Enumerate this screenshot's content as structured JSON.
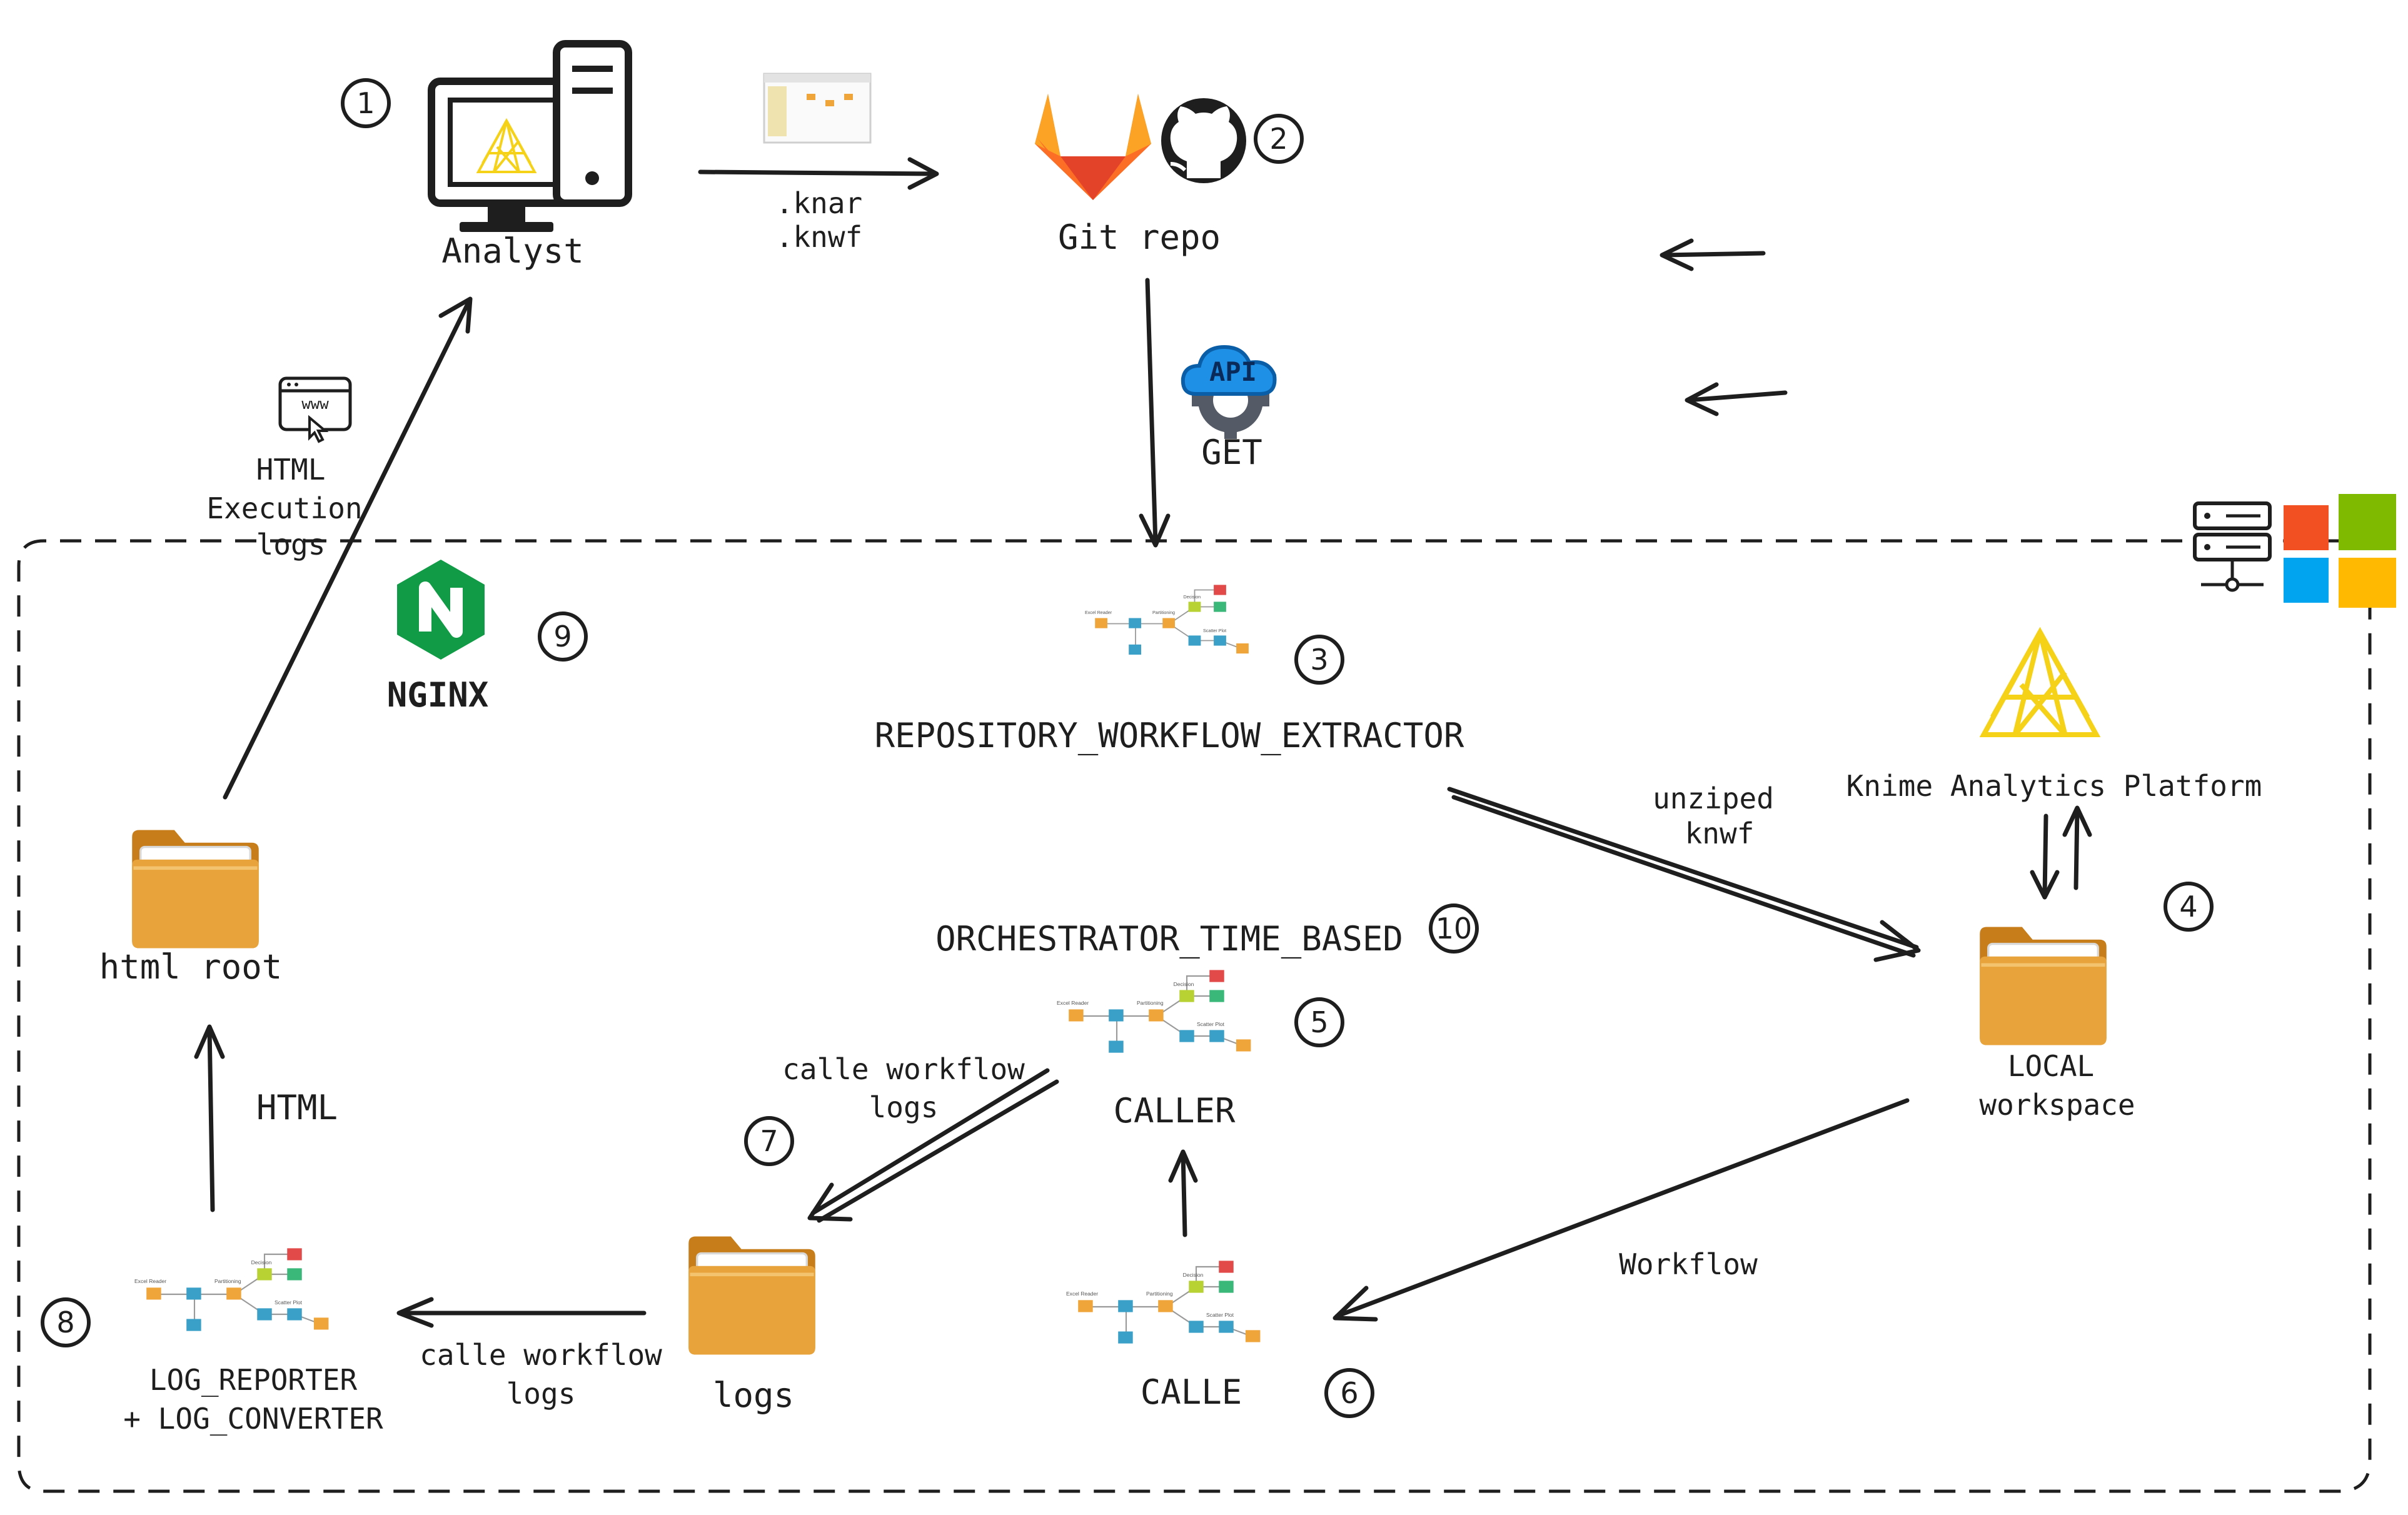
{
  "nodes": {
    "analyst": "Analyst",
    "git_repo": "Git repo",
    "get": "GET",
    "api": "API",
    "html_execution_logs": [
      "HTML",
      "Execution",
      "logs"
    ],
    "www": "www",
    "nginx": "NGINX",
    "repository_workflow_extractor": "REPOSITORY_WORKFLOW_EXTRACTOR",
    "knime_analytics_platform": "Knime Analytics Platform",
    "local_workspace": [
      "LOCAL",
      "workspace"
    ],
    "html_root": "html root",
    "orchestrator": "ORCHESTRATOR_TIME_BASED",
    "caller": "CALLER",
    "calle": "CALLE",
    "logs": "logs",
    "log_reporter": [
      "LOG_REPORTER",
      "+ LOG_CONVERTER"
    ]
  },
  "edges": {
    "knar_knwf": [
      ".knar",
      ".knwf"
    ],
    "unziped_knwf": [
      "unziped",
      "knwf"
    ],
    "calle_workflow_logs_upper": [
      "calle workflow",
      "logs"
    ],
    "calle_workflow_logs_lower": [
      "calle workflow",
      "logs"
    ],
    "html": "HTML",
    "workflow": "Workflow"
  },
  "step_numbers": [
    "1",
    "2",
    "3",
    "4",
    "5",
    "6",
    "7",
    "8",
    "9",
    "10"
  ],
  "icons": [
    "computer-icon",
    "knime-logo-icon",
    "gitlab-icon",
    "github-icon",
    "api-cloud-icon",
    "browser-www-icon",
    "nginx-icon",
    "server-icon",
    "windows-logo-icon",
    "folder-icon",
    "workflow-thumbnail-icon"
  ],
  "colors": {
    "stroke": "#1e1e1e",
    "folder": "#e8a33a",
    "folder_dark": "#c77d1a",
    "knime_yellow": "#f5d218",
    "nginx_green": "#129b47",
    "api_blue": "#1e90e6",
    "win_red": "#f25022",
    "win_green": "#7fba00",
    "win_blue": "#00a4ef",
    "win_yellow": "#ffb900"
  }
}
